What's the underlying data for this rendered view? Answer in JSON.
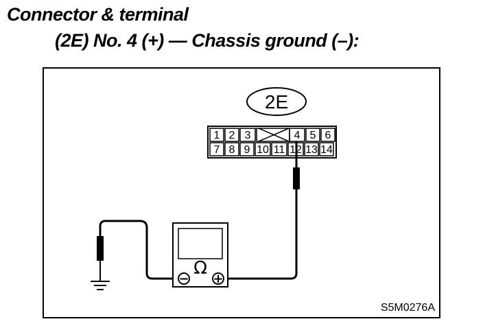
{
  "heading": {
    "line1": "Connector & terminal",
    "line2": "(2E) No. 4 (+) — Chassis ground (–):"
  },
  "connector": {
    "tag": "2E",
    "top_row": [
      "1",
      "2",
      "3",
      "",
      "4",
      "5",
      "6"
    ],
    "bottom_row": [
      "7",
      "8",
      "9",
      "10",
      "11",
      "12",
      "13",
      "14"
    ]
  },
  "meter": {
    "ohm_symbol": "Ω",
    "minus_symbol": "−",
    "plus_symbol": "+"
  },
  "reference_code": "S5M0276A"
}
